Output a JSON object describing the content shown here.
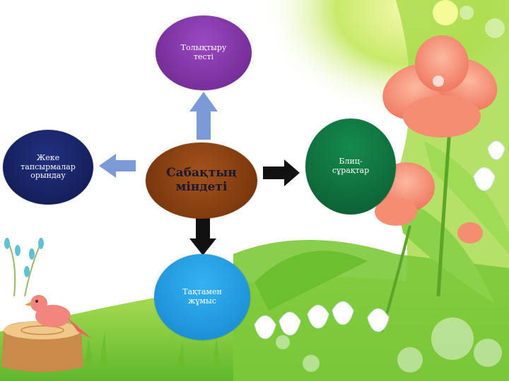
{
  "diagram": {
    "center": {
      "label": "Сабақтың міндеті",
      "color": "#8a3c0c"
    },
    "nodes": [
      {
        "id": "top",
        "label": "Толықтыру тесті",
        "color": "#7b2f9e"
      },
      {
        "id": "right",
        "label": "Блиц-сұрақтар",
        "color": "#0f6b3a"
      },
      {
        "id": "bottom",
        "label": "Тақтамен жұмыс",
        "color": "#1e9be0"
      },
      {
        "id": "left",
        "label": "Жеке тапсырмалар орындау",
        "color": "#14205c"
      }
    ],
    "arrow_colors": {
      "top": "#7c9bd6",
      "left": "#7c9bd6",
      "right": "#111111",
      "bottom": "#111111"
    }
  }
}
